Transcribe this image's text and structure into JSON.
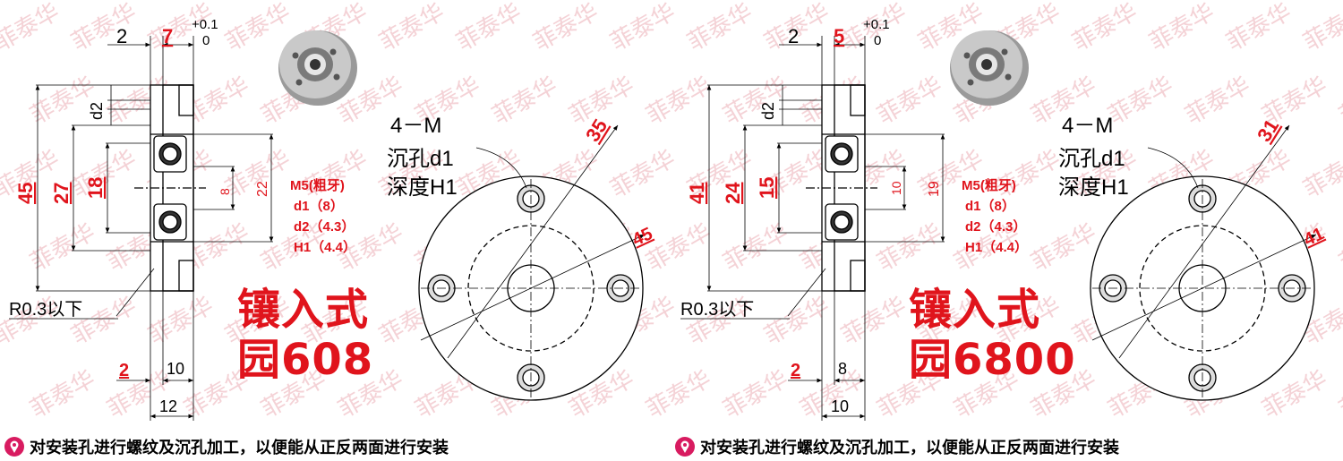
{
  "watermark": "菲泰华",
  "colors": {
    "accent": "#e0141c",
    "line": "#000000",
    "part_fill": "#ffffff"
  },
  "panels": [
    {
      "id": "608",
      "width_top_left": "2",
      "width_top": "7",
      "tol_upper": "+0.1",
      "tol_lower": "0",
      "d2_label": "d2",
      "dia_outer": "45",
      "dia_pcd": "27",
      "dia_housing": "18",
      "dia_bore": "8",
      "dia_boss": "22",
      "bottom_left": "2",
      "bottom_mid": "10",
      "bottom_total": "12",
      "radius_note": "R0.3以下",
      "hole_line1": "4－M",
      "hole_line2": "沉孔d1",
      "hole_line3": "深度H1",
      "front_dim_pcd": "35",
      "front_dim_outer": "45",
      "specs": [
        "M5(粗牙)",
        "d1（8）",
        "d2（4.3）",
        "H1（4.4）"
      ],
      "title_line1": "镶入式",
      "title_line2": "园608"
    },
    {
      "id": "6800",
      "width_top_left": "2",
      "width_top": "5",
      "tol_upper": "+0.1",
      "tol_lower": "0",
      "d2_label": "d2",
      "dia_outer": "41",
      "dia_pcd": "24",
      "dia_housing": "15",
      "dia_bore": "10",
      "dia_boss": "19",
      "bottom_left": "2",
      "bottom_mid": "8",
      "bottom_total": "10",
      "radius_note": "R0.3以下",
      "hole_line1": "4－M",
      "hole_line2": "沉孔d1",
      "hole_line3": "深度H1",
      "front_dim_pcd": "31",
      "front_dim_outer": "41",
      "specs": [
        "M5(粗牙)",
        "d1（8）",
        "d2（4.3）",
        "H1（4.4）"
      ],
      "title_line1": "镶入式",
      "title_line2": "园6800"
    }
  ],
  "footer": {
    "note": "对安装孔进行螺纹及沉孔加工，以便能从正反两面进行安装",
    "icon": "location-pin-icon"
  }
}
